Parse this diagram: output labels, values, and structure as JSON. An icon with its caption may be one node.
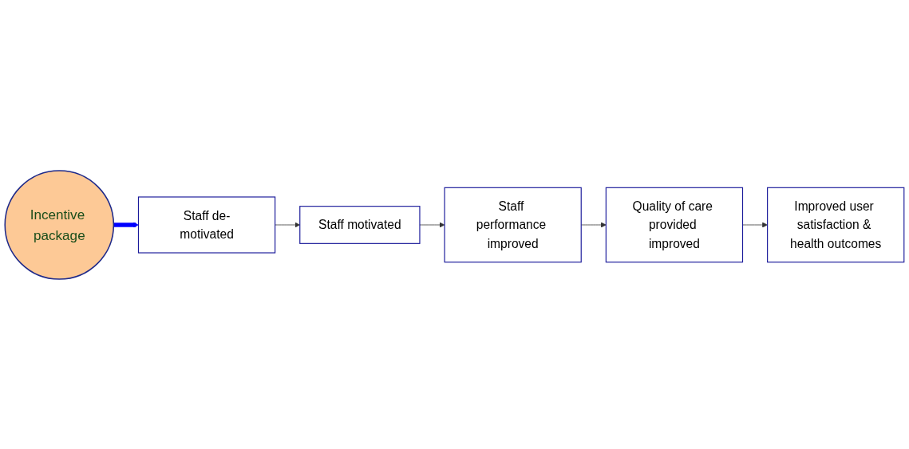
{
  "diagram": {
    "nodes": [
      {
        "text": [
          "Incentive package"
        ]
      },
      {
        "text": [
          "Staff de-motivated"
        ]
      },
      {
        "text": [
          "Staff motivated"
        ]
      },
      {
        "text": [
          "Staff performance improved"
        ]
      },
      {
        "text": [
          "Quality of care provided improved"
        ]
      },
      {
        "text": [
          "Improved user satisfaction & health outcomes"
        ]
      }
    ],
    "edges": [
      {
        "from": 0,
        "to": 1,
        "arrow": "to",
        "style": "thick",
        "color": "#0000ff"
      },
      {
        "from": 1,
        "to": 2,
        "arrow": "to"
      },
      {
        "from": 2,
        "to": 3,
        "arrow": "to"
      },
      {
        "from": 3,
        "to": 4,
        "arrow": "to"
      },
      {
        "from": 4,
        "to": 5,
        "arrow": "to"
      }
    ]
  }
}
